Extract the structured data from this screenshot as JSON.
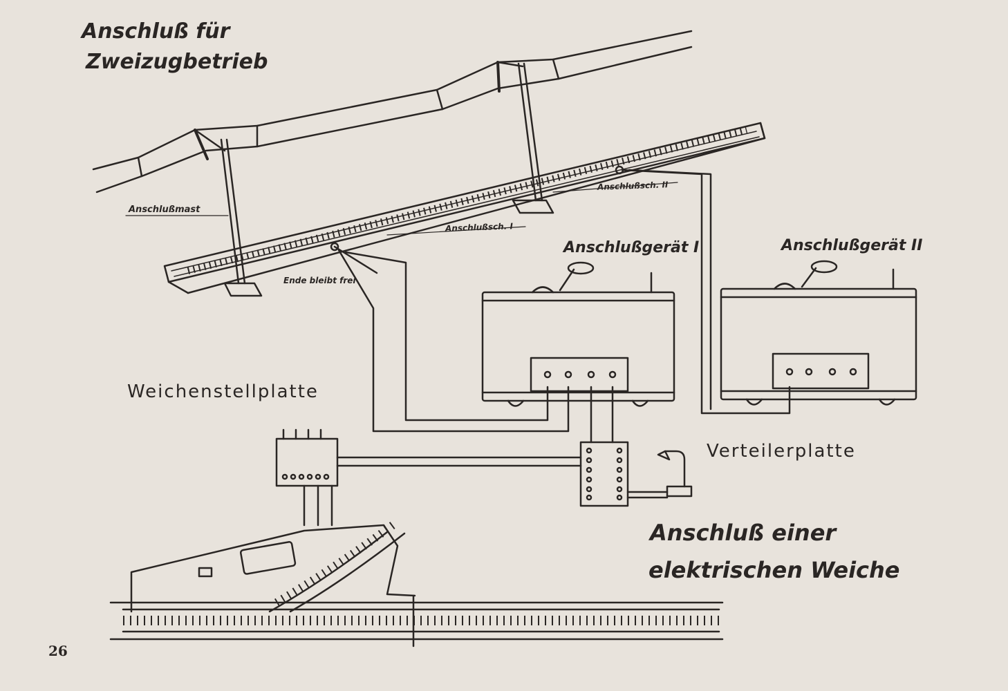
{
  "title": {
    "line1": "Anschluß für",
    "line2": "Zweizugbetrieb"
  },
  "labels": {
    "mast": "Anschlußmast",
    "rail_2": "Anschlußsch. II",
    "rail_1": "Anschlußsch. I",
    "end_free": "Ende bleibt frei",
    "device_1": "Anschlußgerät I",
    "device_2": "Anschlußgerät II",
    "switch_plate": "Weichenstellplatte",
    "distributor": "Verteilerplatte"
  },
  "subtitle": {
    "line1": "Anschluß einer",
    "line2": "elektrischen Weiche"
  },
  "page_number": "26",
  "colors": {
    "ink": "#2a2624",
    "paper": "#e8e3dc"
  }
}
